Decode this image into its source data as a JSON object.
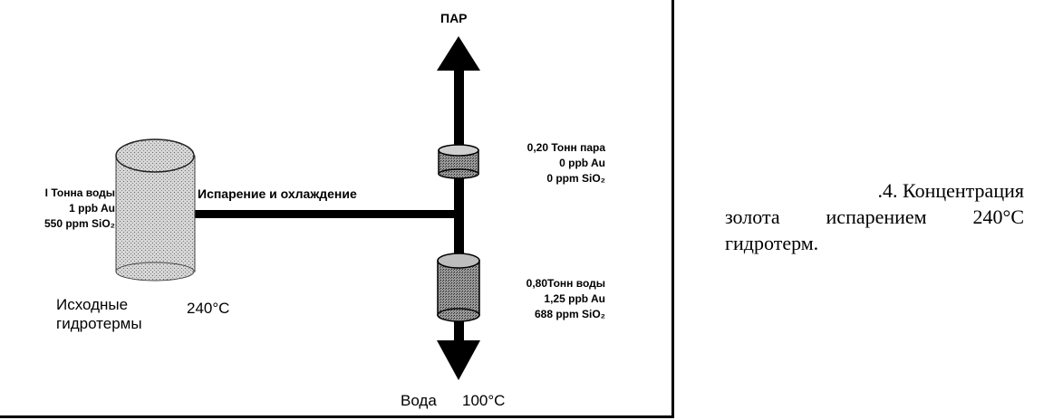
{
  "figure": {
    "steam_label": "ПАР",
    "process_label": "Испарение  и охлаждение",
    "source": {
      "lines": [
        "I Тонна воды",
        "1 ppb Au",
        "550 ppm SiO₂"
      ],
      "name_lines": [
        "Исходные",
        "гидротермы"
      ],
      "temperature": "240°C"
    },
    "steam_cylinder": {
      "lines": [
        "0,20 Тонн пара",
        "0 ppb Au",
        "0 ppm SiO₂"
      ]
    },
    "water_cylinder": {
      "lines": [
        "0,80Тонн воды",
        "1,25 ppb Au",
        "688 ppm SiO₂"
      ]
    },
    "water_label": "Вода",
    "water_temperature": "100°C"
  },
  "caption": {
    "line1": ".4. Концентрация",
    "line2": "золота испарением 240°С",
    "line3": "гидротерм."
  },
  "colors": {
    "ink": "#000000",
    "cylinder_fill": "#b8b8b8"
  }
}
